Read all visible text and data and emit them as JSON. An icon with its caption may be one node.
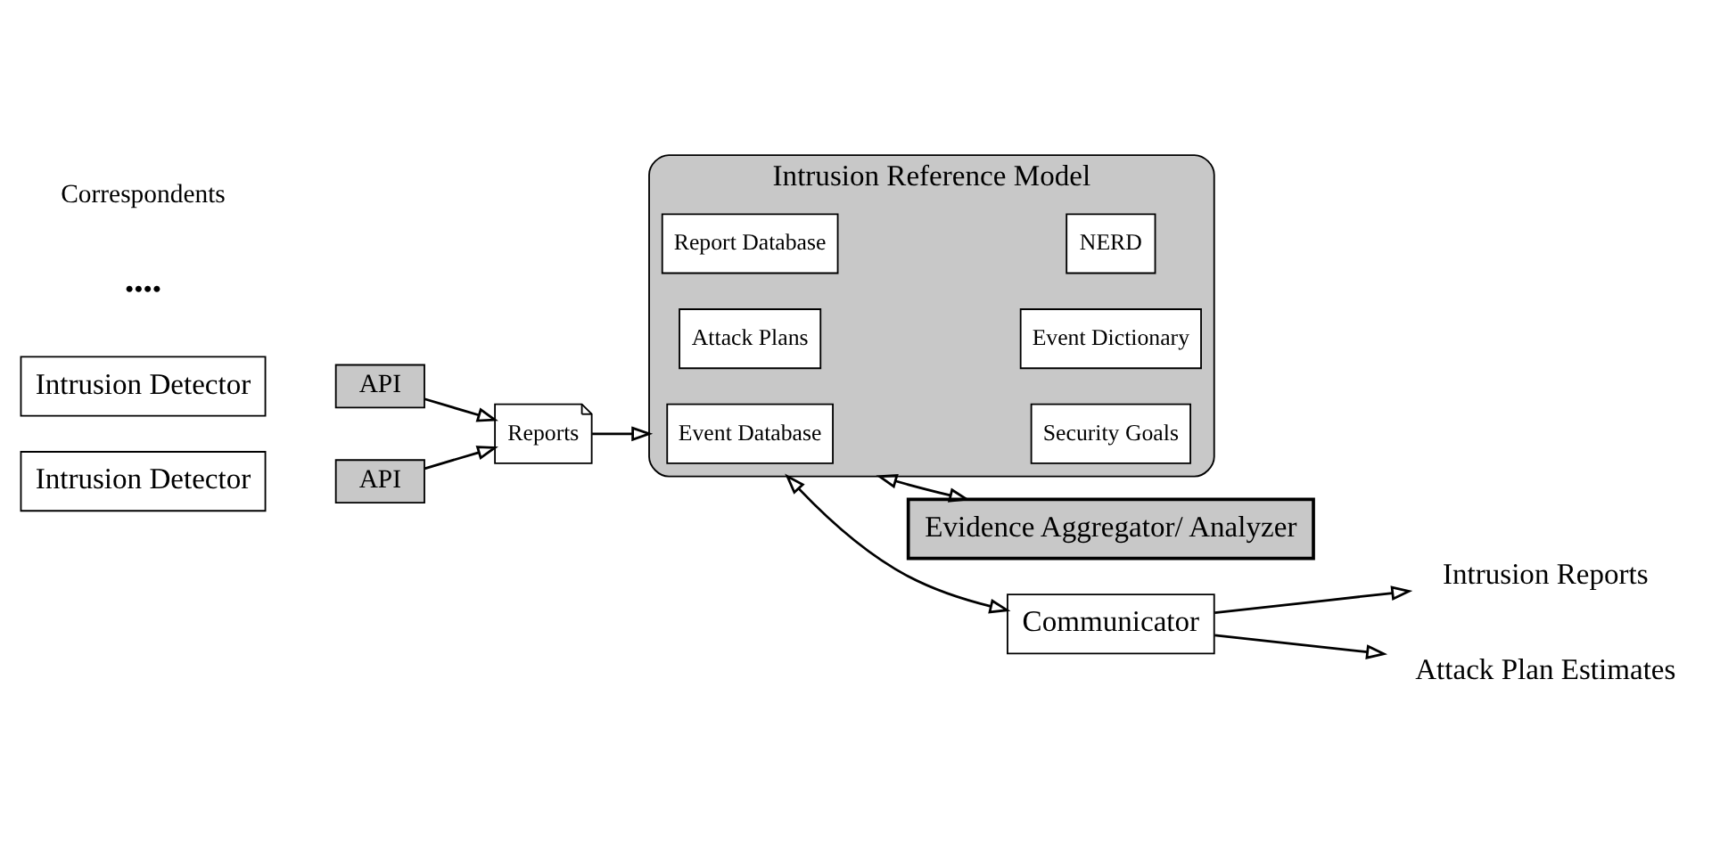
{
  "diagram": {
    "nodes": [
      {
        "text": [
          "Intrusion Detector"
        ]
      },
      {
        "text": [
          "API"
        ]
      },
      {
        "text": [
          "Intrusion Detector"
        ]
      },
      {
        "text": [
          "API"
        ]
      },
      {
        "text": [
          "Reports"
        ]
      },
      {
        "text": [
          "Intrusion Reference Model"
        ]
      },
      {
        "text": [
          "Report Database"
        ],
        "in": 5
      },
      {
        "text": [
          "Event Database"
        ],
        "in": 5
      },
      {
        "text": [
          "Attack Plans"
        ],
        "in": 5
      },
      {
        "text": [
          "NERD"
        ],
        "in": 5
      },
      {
        "text": [
          "Security Goals"
        ],
        "in": 5
      },
      {
        "text": [
          "Event Dictionary"
        ],
        "in": 5
      },
      {
        "text": [
          "Evidence Aggregator/ Analyzer"
        ]
      },
      {
        "text": [
          "Communicator"
        ]
      },
      {
        "text": [
          "Intrusion Reports"
        ]
      },
      {
        "text": [
          "Attack Plan Estimates"
        ]
      }
    ],
    "edges": [
      {
        "from": 1,
        "to": 4,
        "arrow": "to"
      },
      {
        "from": 3,
        "to": 4,
        "arrow": "to"
      },
      {
        "from": 4,
        "to": 5,
        "arrow": "to"
      },
      {
        "from": 5,
        "to": 12,
        "arrow": "both"
      },
      {
        "from": 5,
        "to": 13,
        "arrow": "both"
      },
      {
        "from": 13,
        "to": 14,
        "arrow": "to"
      },
      {
        "from": 13,
        "to": 15,
        "arrow": "to"
      }
    ],
    "labels": [
      "••••",
      "Correspondents"
    ]
  }
}
